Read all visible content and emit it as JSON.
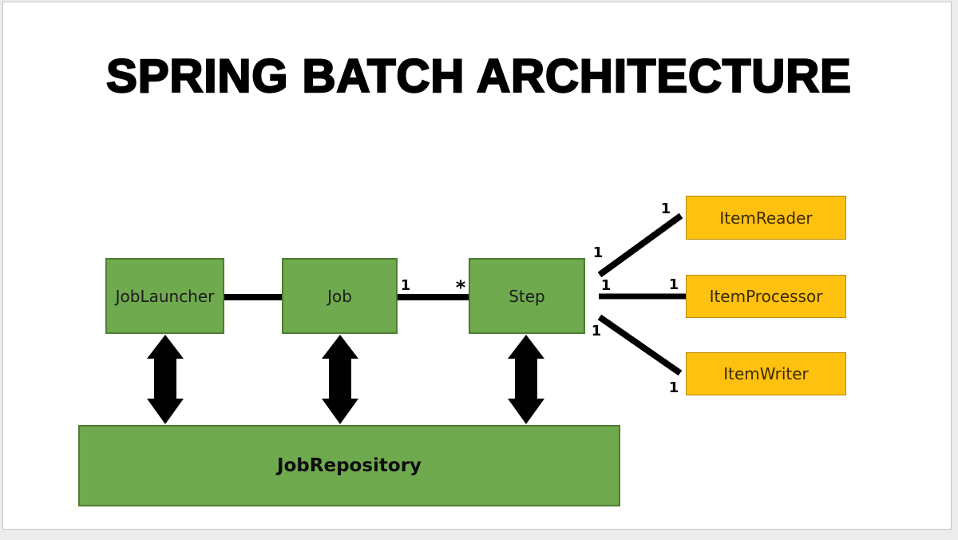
{
  "slide": {
    "title": "SPRING BATCH ARCHITECTURE"
  },
  "diagram": {
    "nodes": {
      "jobLauncher": {
        "label": "JobLauncher",
        "shape": "green-box"
      },
      "job": {
        "label": "Job",
        "shape": "green-box"
      },
      "step": {
        "label": "Step",
        "shape": "green-box"
      },
      "itemReader": {
        "label": "ItemReader",
        "shape": "orange-box"
      },
      "itemProcessor": {
        "label": "ItemProcessor",
        "shape": "orange-box"
      },
      "itemWriter": {
        "label": "ItemWriter",
        "shape": "orange-box"
      },
      "jobRepository": {
        "label": "JobRepository",
        "shape": "green-box-wide"
      }
    },
    "edges": {
      "jobLauncher_job": {
        "from": "JobLauncher",
        "to": "Job",
        "type": "line"
      },
      "job_step": {
        "from": "Job",
        "to": "Step",
        "type": "line",
        "sourceLabel": "1",
        "targetLabel": "*"
      },
      "step_itemReader": {
        "from": "Step",
        "to": "ItemReader",
        "type": "line",
        "sourceLabel": "1",
        "targetLabel": "1"
      },
      "step_itemProcessor": {
        "from": "Step",
        "to": "ItemProcessor",
        "type": "line",
        "sourceLabel": "1",
        "targetLabel": "1"
      },
      "step_itemWriter": {
        "from": "Step",
        "to": "ItemWriter",
        "type": "line",
        "sourceLabel": "1",
        "targetLabel": "1"
      },
      "jobLauncher_jobRepository": {
        "from": "JobLauncher",
        "to": "JobRepository",
        "type": "double-headed-arrow"
      },
      "job_jobRepository": {
        "from": "Job",
        "to": "JobRepository",
        "type": "double-headed-arrow"
      },
      "step_jobRepository": {
        "from": "Step",
        "to": "JobRepository",
        "type": "double-headed-arrow"
      }
    },
    "colors": {
      "greenFill": "#6faa4f",
      "greenBorder": "#4f7c31",
      "orangeFill": "#fec110",
      "orangeBorder": "#b98a00",
      "connector": "#000000",
      "title": "#000000",
      "slideBackground": "#ffffff",
      "slideBorder": "#c5c5c5",
      "pageBackground": "#ececec"
    }
  }
}
